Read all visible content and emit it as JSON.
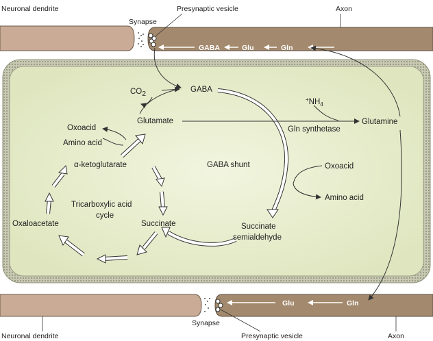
{
  "labels": {
    "neuronal_dendrite_top": "Neuronal dendrite",
    "presynaptic_vesicle_top": "Presynaptic vesicle",
    "synapse_top": "Synapse",
    "axon_top": "Axon",
    "gaba_axon": "GABA",
    "glu_axon_top": "Glu",
    "gln_axon_top": "Gln",
    "co2": "CO",
    "co2_sub": "2",
    "gaba": "GABA",
    "nh4": "NH",
    "nh4_sub": "4",
    "nh4_sup": "+",
    "glutamate": "Glutamate",
    "glutamine": "Glutamine",
    "gln_synthetase": "Gln synthetase",
    "oxoacid_left": "Oxoacid",
    "amino_acid_left": "Amino acid",
    "alpha_ketoglutarate": "α-ketoglutarate",
    "gaba_shunt": "GABA shunt",
    "oxoacid_right": "Oxoacid",
    "amino_acid_right": "Amino acid",
    "tca_line1": "Tricarboxylic acid",
    "tca_line2": "cycle",
    "oxaloacetate": "Oxaloacetate",
    "succinate": "Succinate",
    "succinate_semialdehyde_line1": "Succinate",
    "succinate_semialdehyde_line2": "semialdehyde",
    "glu_axon_bottom": "Glu",
    "gln_axon_bottom": "Gln",
    "synapse_bottom": "Synapse",
    "neuronal_dendrite_bottom": "Neuronal dendrite",
    "presynaptic_vesicle_bottom": "Presynaptic vesicle",
    "axon_bottom": "Axon"
  },
  "colors": {
    "axon_fill": "#a3896d",
    "dendrite_fill": "#c9ab96",
    "cell_fill": "#e7ecce",
    "membrane": "#b0b39a",
    "arrow": "#333333"
  }
}
